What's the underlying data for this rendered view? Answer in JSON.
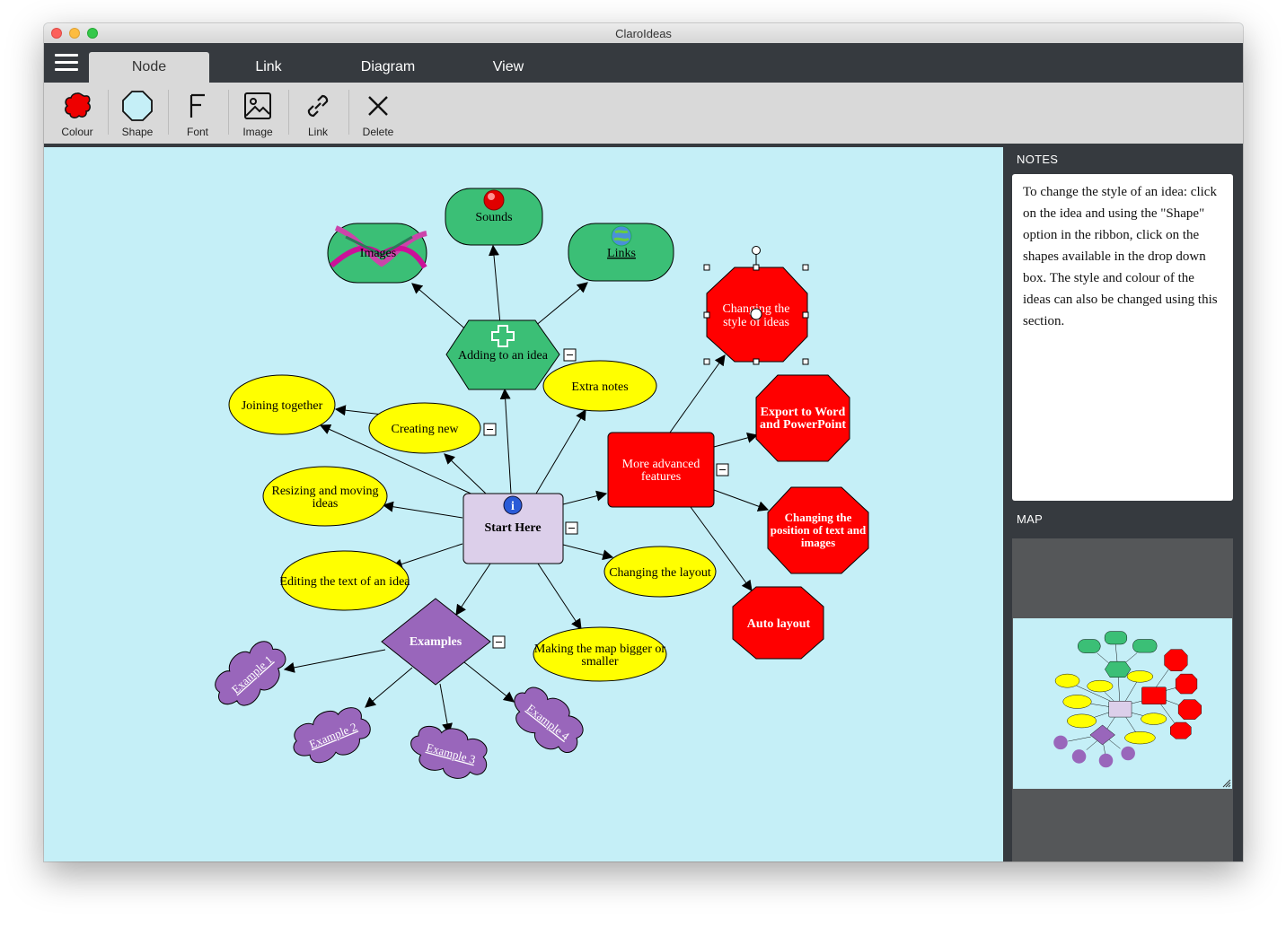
{
  "window": {
    "title": "ClaroIdeas"
  },
  "tabs": [
    {
      "label": "Node",
      "active": true
    },
    {
      "label": "Link",
      "active": false
    },
    {
      "label": "Diagram",
      "active": false
    },
    {
      "label": "View",
      "active": false
    }
  ],
  "ribbon": {
    "colour": "Colour",
    "shape": "Shape",
    "font": "Font",
    "image": "Image",
    "link": "Link",
    "delete": "Delete"
  },
  "diagram": {
    "start": "Start Here",
    "adding": "Adding to an idea",
    "images": "Images",
    "sounds": "Sounds",
    "links": "Links",
    "extra_notes": "Extra notes",
    "creating_new": "Creating new",
    "joining": "Joining together",
    "resizing_1": "Resizing and moving",
    "resizing_2": "ideas",
    "editing": "Editing the text of an idea",
    "examples": "Examples",
    "example_1": "Example 1",
    "example_2": "Example 2",
    "example_3": "Example 3",
    "example_4": "Example 4",
    "bigger_1": "Making the map bigger or",
    "bigger_2": "smaller",
    "changing_layout": "Changing the layout",
    "advanced_1": "More advanced",
    "advanced_2": "features",
    "style_1": "Changing the",
    "style_2": "style of ideas",
    "export_1": "Export to Word",
    "export_2": "and PowerPoint",
    "position_1": "Changing the",
    "position_2": "position of text and",
    "position_3": "images",
    "auto_layout": "Auto layout",
    "collapse_symbol": "−"
  },
  "sidebar": {
    "notes_heading": "NOTES",
    "notes_text": "To change the style of an idea: click on the idea and using the \"Shape\" option in the ribbon, click on the shapes available in the drop down box. The style and colour of the ideas can also be changed using this section.",
    "map_heading": "MAP"
  },
  "colors": {
    "canvas": "#c5eff7",
    "yellow_node": "#ffff00",
    "green_node": "#3bbf76",
    "red_node": "#ff0000",
    "purple_node": "#9966bb",
    "start_node": "#dccfea",
    "chrome": "#363a3f"
  }
}
